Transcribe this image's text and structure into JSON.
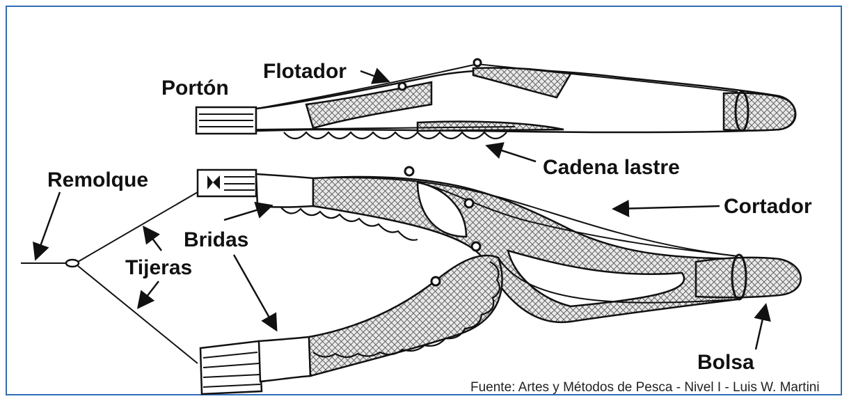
{
  "labels": {
    "porton": "Portón",
    "flotador": "Flotador",
    "cadena_lastre": "Cadena lastre",
    "remolque": "Remolque",
    "cortador": "Cortador",
    "bridas": "Bridas",
    "tijeras": "Tijeras",
    "bolsa": "Bolsa"
  },
  "source": "Fuente: Artes y Métodos de Pesca - Nivel I - Luis W. Martini",
  "colors": {
    "frame_border": "#2f6db5",
    "ink": "#111111",
    "background": "#ffffff"
  }
}
